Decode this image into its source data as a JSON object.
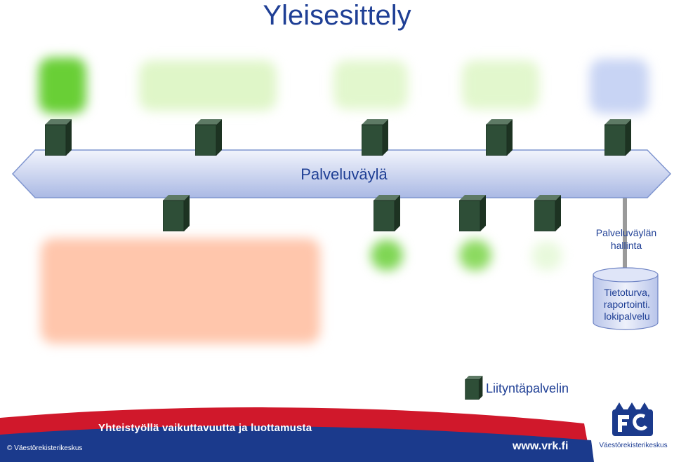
{
  "title": "Yleisesittely",
  "bus_label": "Palveluväylä",
  "management": {
    "line1": "Palveluväylän",
    "line2": "hallinta"
  },
  "database": {
    "line1": "Tietoturva,",
    "line2": "raportointi.",
    "line3": "lokipalvelu"
  },
  "legend": {
    "label": "Liityntäpalvelin",
    "icon": "server-icon"
  },
  "footer": {
    "slogan": "Yhteistyöllä vaikuttavuutta ja luottamusta",
    "copyright": "© Väestörekisterikeskus",
    "url": "www.vrk.fi",
    "logo_text": "Väestörekisterikeskus"
  },
  "colors": {
    "title": "#1f3f95",
    "server_front": "#2e4e37",
    "server_side": "#1d3322",
    "bus_fill_top": "#f2f4fc",
    "bus_fill_bottom": "#aab9e4",
    "footer_red": "#d0182b",
    "footer_blue": "#1b3a8c"
  }
}
